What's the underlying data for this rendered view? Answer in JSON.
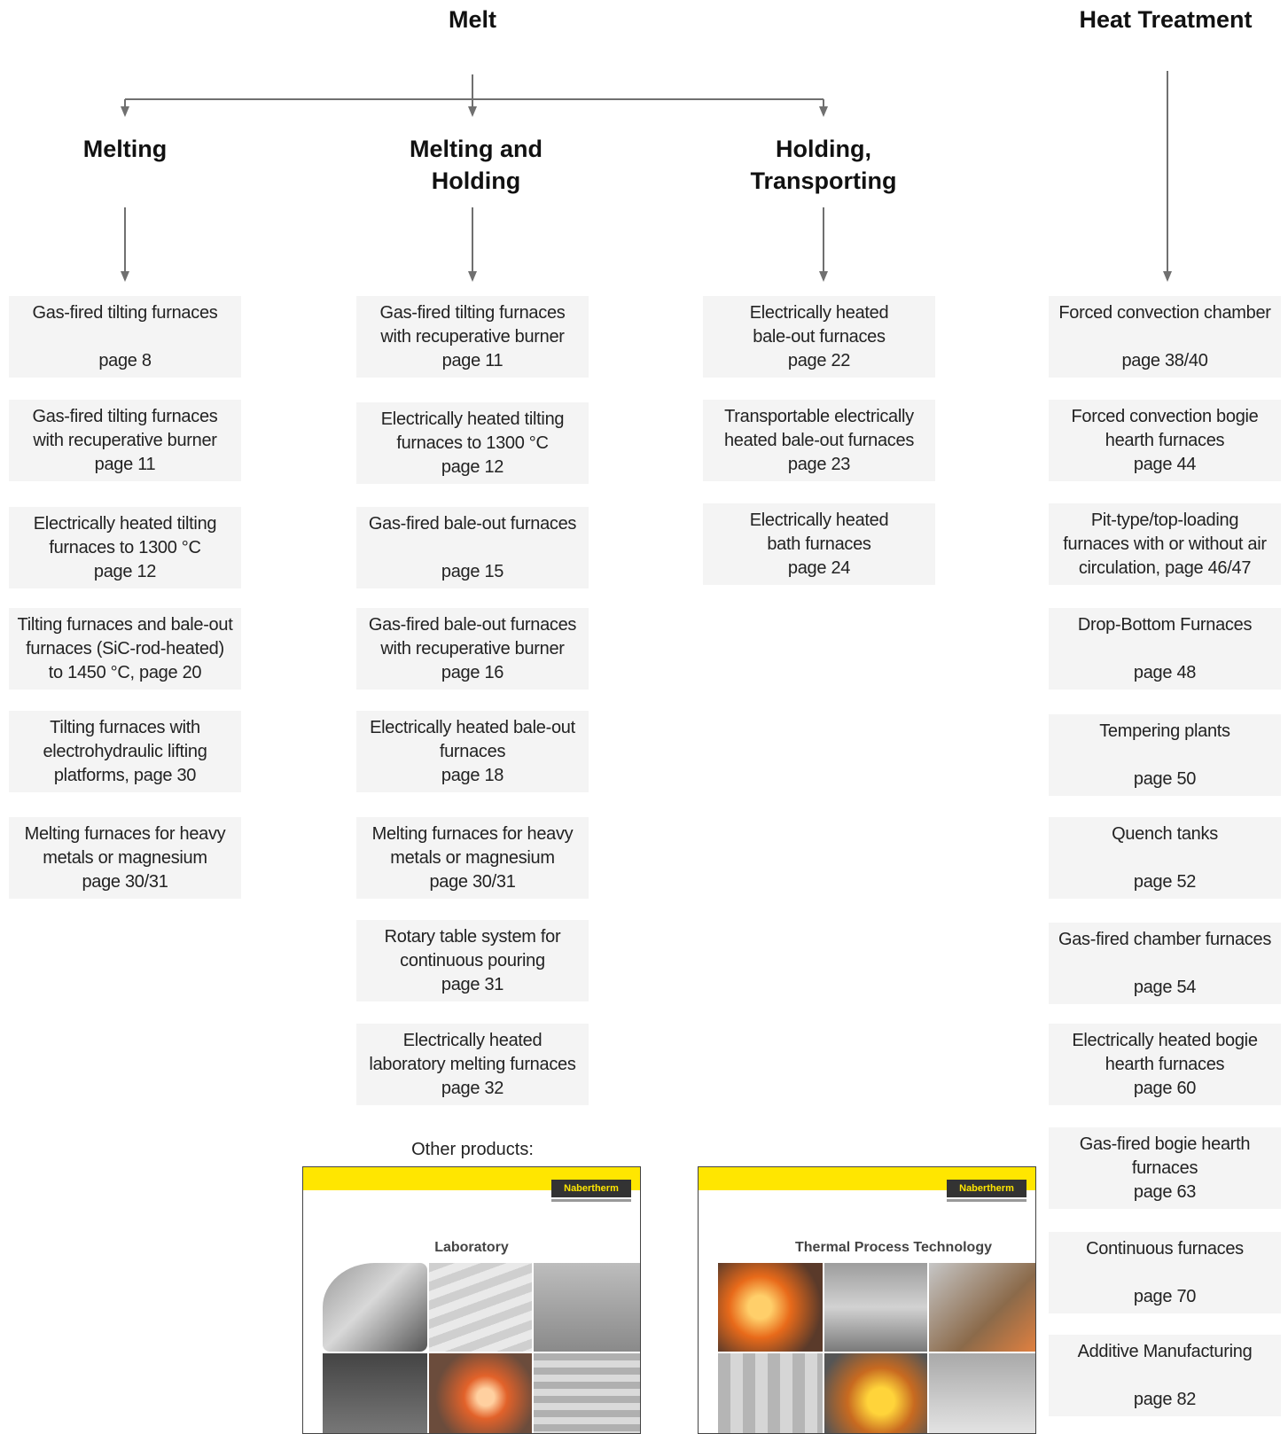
{
  "headings": {
    "melt": "Melt",
    "heat_treatment": "Heat Treatment",
    "melting": "Melting",
    "melting_holding": "Melting and\nHolding",
    "holding_transporting": "Holding,\nTransporting"
  },
  "columns": {
    "melting": [
      {
        "text": "Gas-fired tilting furnaces",
        "page": "page 8",
        "gap": true
      },
      {
        "text": "Gas-fired tilting furnaces\nwith recuperative burner",
        "page": "page 11",
        "gap": false
      },
      {
        "text": "Electrically heated tilting\nfurnaces to 1300 °C",
        "page": "page 12",
        "gap": false
      },
      {
        "text": "Tilting furnaces and bale-out\nfurnaces (SiC-rod-heated)\nto 1450 °C, page 20",
        "page": "",
        "gap": false
      },
      {
        "text": "Tilting furnaces with\nelectrohydraulic lifting\nplatforms, page 30",
        "page": "",
        "gap": false
      },
      {
        "text": "Melting furnaces for heavy\nmetals or magnesium",
        "page": "page 30/31",
        "gap": false
      }
    ],
    "melting_holding": [
      {
        "text": "Gas-fired tilting furnaces\nwith recuperative burner",
        "page": "page 11",
        "gap": false
      },
      {
        "text": "Electrically heated tilting\nfurnaces to 1300 °C",
        "page": "page 12",
        "gap": false
      },
      {
        "text": "Gas-fired bale-out furnaces",
        "page": "page 15",
        "gap": true
      },
      {
        "text": "Gas-fired bale-out furnaces\nwith recuperative burner",
        "page": "page 16",
        "gap": false
      },
      {
        "text": "Electrically heated bale-out\nfurnaces",
        "page": "page 18",
        "gap": false
      },
      {
        "text": "Melting furnaces for heavy\nmetals or magnesium",
        "page": "page 30/31",
        "gap": false
      },
      {
        "text": "Rotary table system for\ncontinuous pouring",
        "page": "page 31",
        "gap": false
      },
      {
        "text": "Electrically heated\nlaboratory melting furnaces",
        "page": "page 32",
        "gap": false
      }
    ],
    "holding_transporting": [
      {
        "text": "Electrically heated\nbale-out furnaces",
        "page": "page 22",
        "gap": false
      },
      {
        "text": "Transportable electrically\nheated bale-out furnaces",
        "page": "page 23",
        "gap": false
      },
      {
        "text": "Electrically heated\nbath furnaces",
        "page": "page 24",
        "gap": false
      }
    ],
    "heat_treatment": [
      {
        "text": "Forced convection chamber",
        "page": "page 38/40",
        "gap": true
      },
      {
        "text": "Forced convection bogie\nhearth furnaces",
        "page": "page 44",
        "gap": false
      },
      {
        "text": "Pit-type/top-loading\nfurnaces with or without air\ncirculation, page 46/47",
        "page": "",
        "gap": false
      },
      {
        "text": "Drop-Bottom Furnaces",
        "page": "page 48",
        "gap": true
      },
      {
        "text": "Tempering plants",
        "page": "page 50",
        "gap": true
      },
      {
        "text": "Quench tanks",
        "page": "page 52",
        "gap": true
      },
      {
        "text": "Gas-fired chamber furnaces",
        "page": "page 54",
        "gap": true
      },
      {
        "text": "Electrically heated bogie\nhearth furnaces",
        "page": "page 60",
        "gap": false
      },
      {
        "text": "Gas-fired bogie hearth\nfurnaces",
        "page": "page 63",
        "gap": false
      },
      {
        "text": "Continuous furnaces",
        "page": "page 70",
        "gap": true
      },
      {
        "text": "Additive Manufacturing",
        "page": "page 82",
        "gap": true
      }
    ]
  },
  "other_products": {
    "label": "Other products:",
    "catalogs": [
      {
        "title": "Laboratory",
        "logo": "Nabertherm"
      },
      {
        "title": "Thermal Process Technology",
        "logo": "Nabertherm"
      }
    ]
  },
  "colors": {
    "box_bg": "#f4f4f4",
    "arrow": "#707070",
    "cover_band": "#ffe600"
  }
}
